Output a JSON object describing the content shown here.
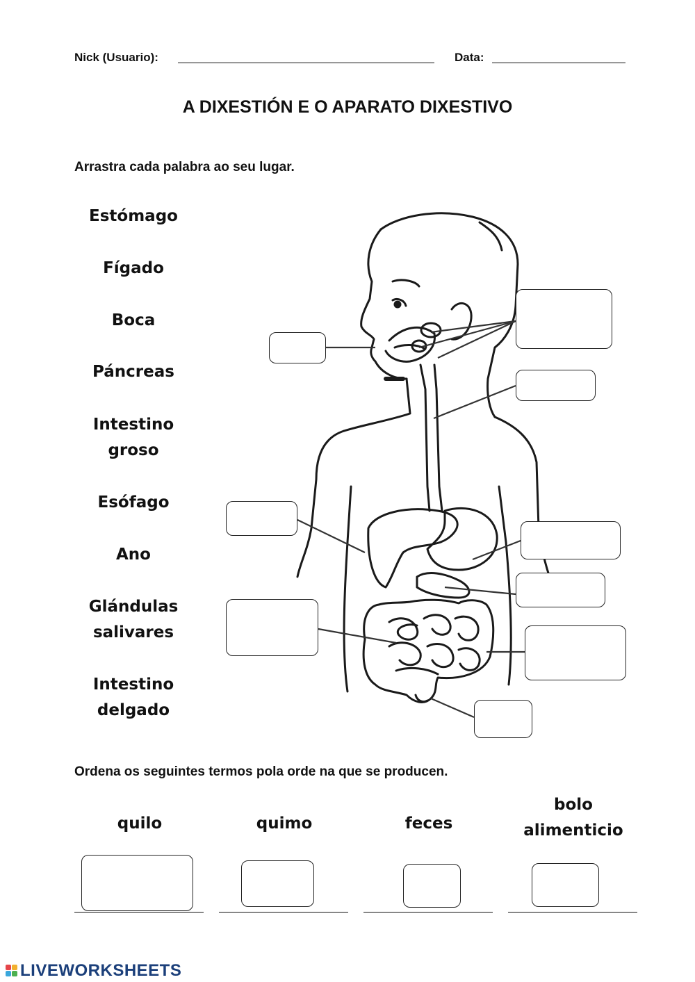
{
  "header": {
    "nick_label": "Nick (Usuario):",
    "date_label": "Data:"
  },
  "title": "A DIXESTIÓN E O APARATO DIXESTIVO",
  "section1": {
    "instruction": "Arrastra cada palabra ao seu lugar.",
    "words": [
      {
        "line1": "Estómago",
        "line2": ""
      },
      {
        "line1": "Fígado",
        "line2": ""
      },
      {
        "line1": "Boca",
        "line2": ""
      },
      {
        "line1": "Páncreas",
        "line2": ""
      },
      {
        "line1": "Intestino",
        "line2": "groso"
      },
      {
        "line1": "Esófago",
        "line2": ""
      },
      {
        "line1": "Ano",
        "line2": ""
      },
      {
        "line1": "Glándulas",
        "line2": "salivares"
      },
      {
        "line1": "Intestino",
        "line2": "delgado"
      }
    ]
  },
  "section2": {
    "instruction": "Ordena os seguintes termos pola orde na que se producen.",
    "terms": [
      {
        "line1": "quilo",
        "line2": ""
      },
      {
        "line1": "quimo",
        "line2": ""
      },
      {
        "line1": "feces",
        "line2": ""
      },
      {
        "line1": "bolo",
        "line2": "alimenticio"
      }
    ]
  },
  "footer": {
    "logo_text": "LIVEWORKSHEETS",
    "logo_icon": "liveworksheets-logo-icon"
  }
}
